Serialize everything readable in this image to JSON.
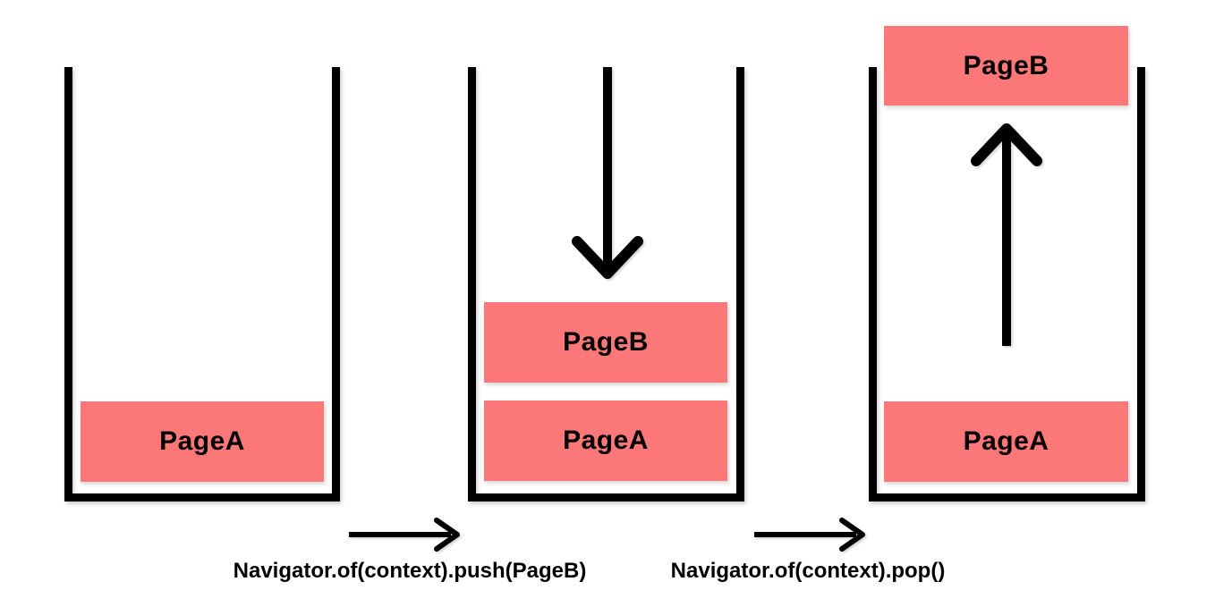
{
  "colors": {
    "background": "#FFFFFF",
    "stroke": "#000000",
    "page_box_fill": "#FC7878"
  },
  "icons": {
    "push_flow": "down-arrow-icon",
    "pop_flow": "up-arrow-icon",
    "transition": "right-arrow-icon"
  },
  "stacks": [
    {
      "id": "stack-initial",
      "pages": [
        {
          "label": "PageA"
        }
      ]
    },
    {
      "id": "stack-after-push",
      "inflow_arrow": "down",
      "pages": [
        {
          "label": "PageB"
        },
        {
          "label": "PageA"
        }
      ]
    },
    {
      "id": "stack-after-pop",
      "outflow_arrow": "up",
      "popped_page": {
        "label": "PageB"
      },
      "pages": [
        {
          "label": "PageA"
        }
      ]
    }
  ],
  "transitions": [
    {
      "label": "Navigator.of(context).push(PageB)"
    },
    {
      "label": "Navigator.of(context).pop()"
    }
  ]
}
